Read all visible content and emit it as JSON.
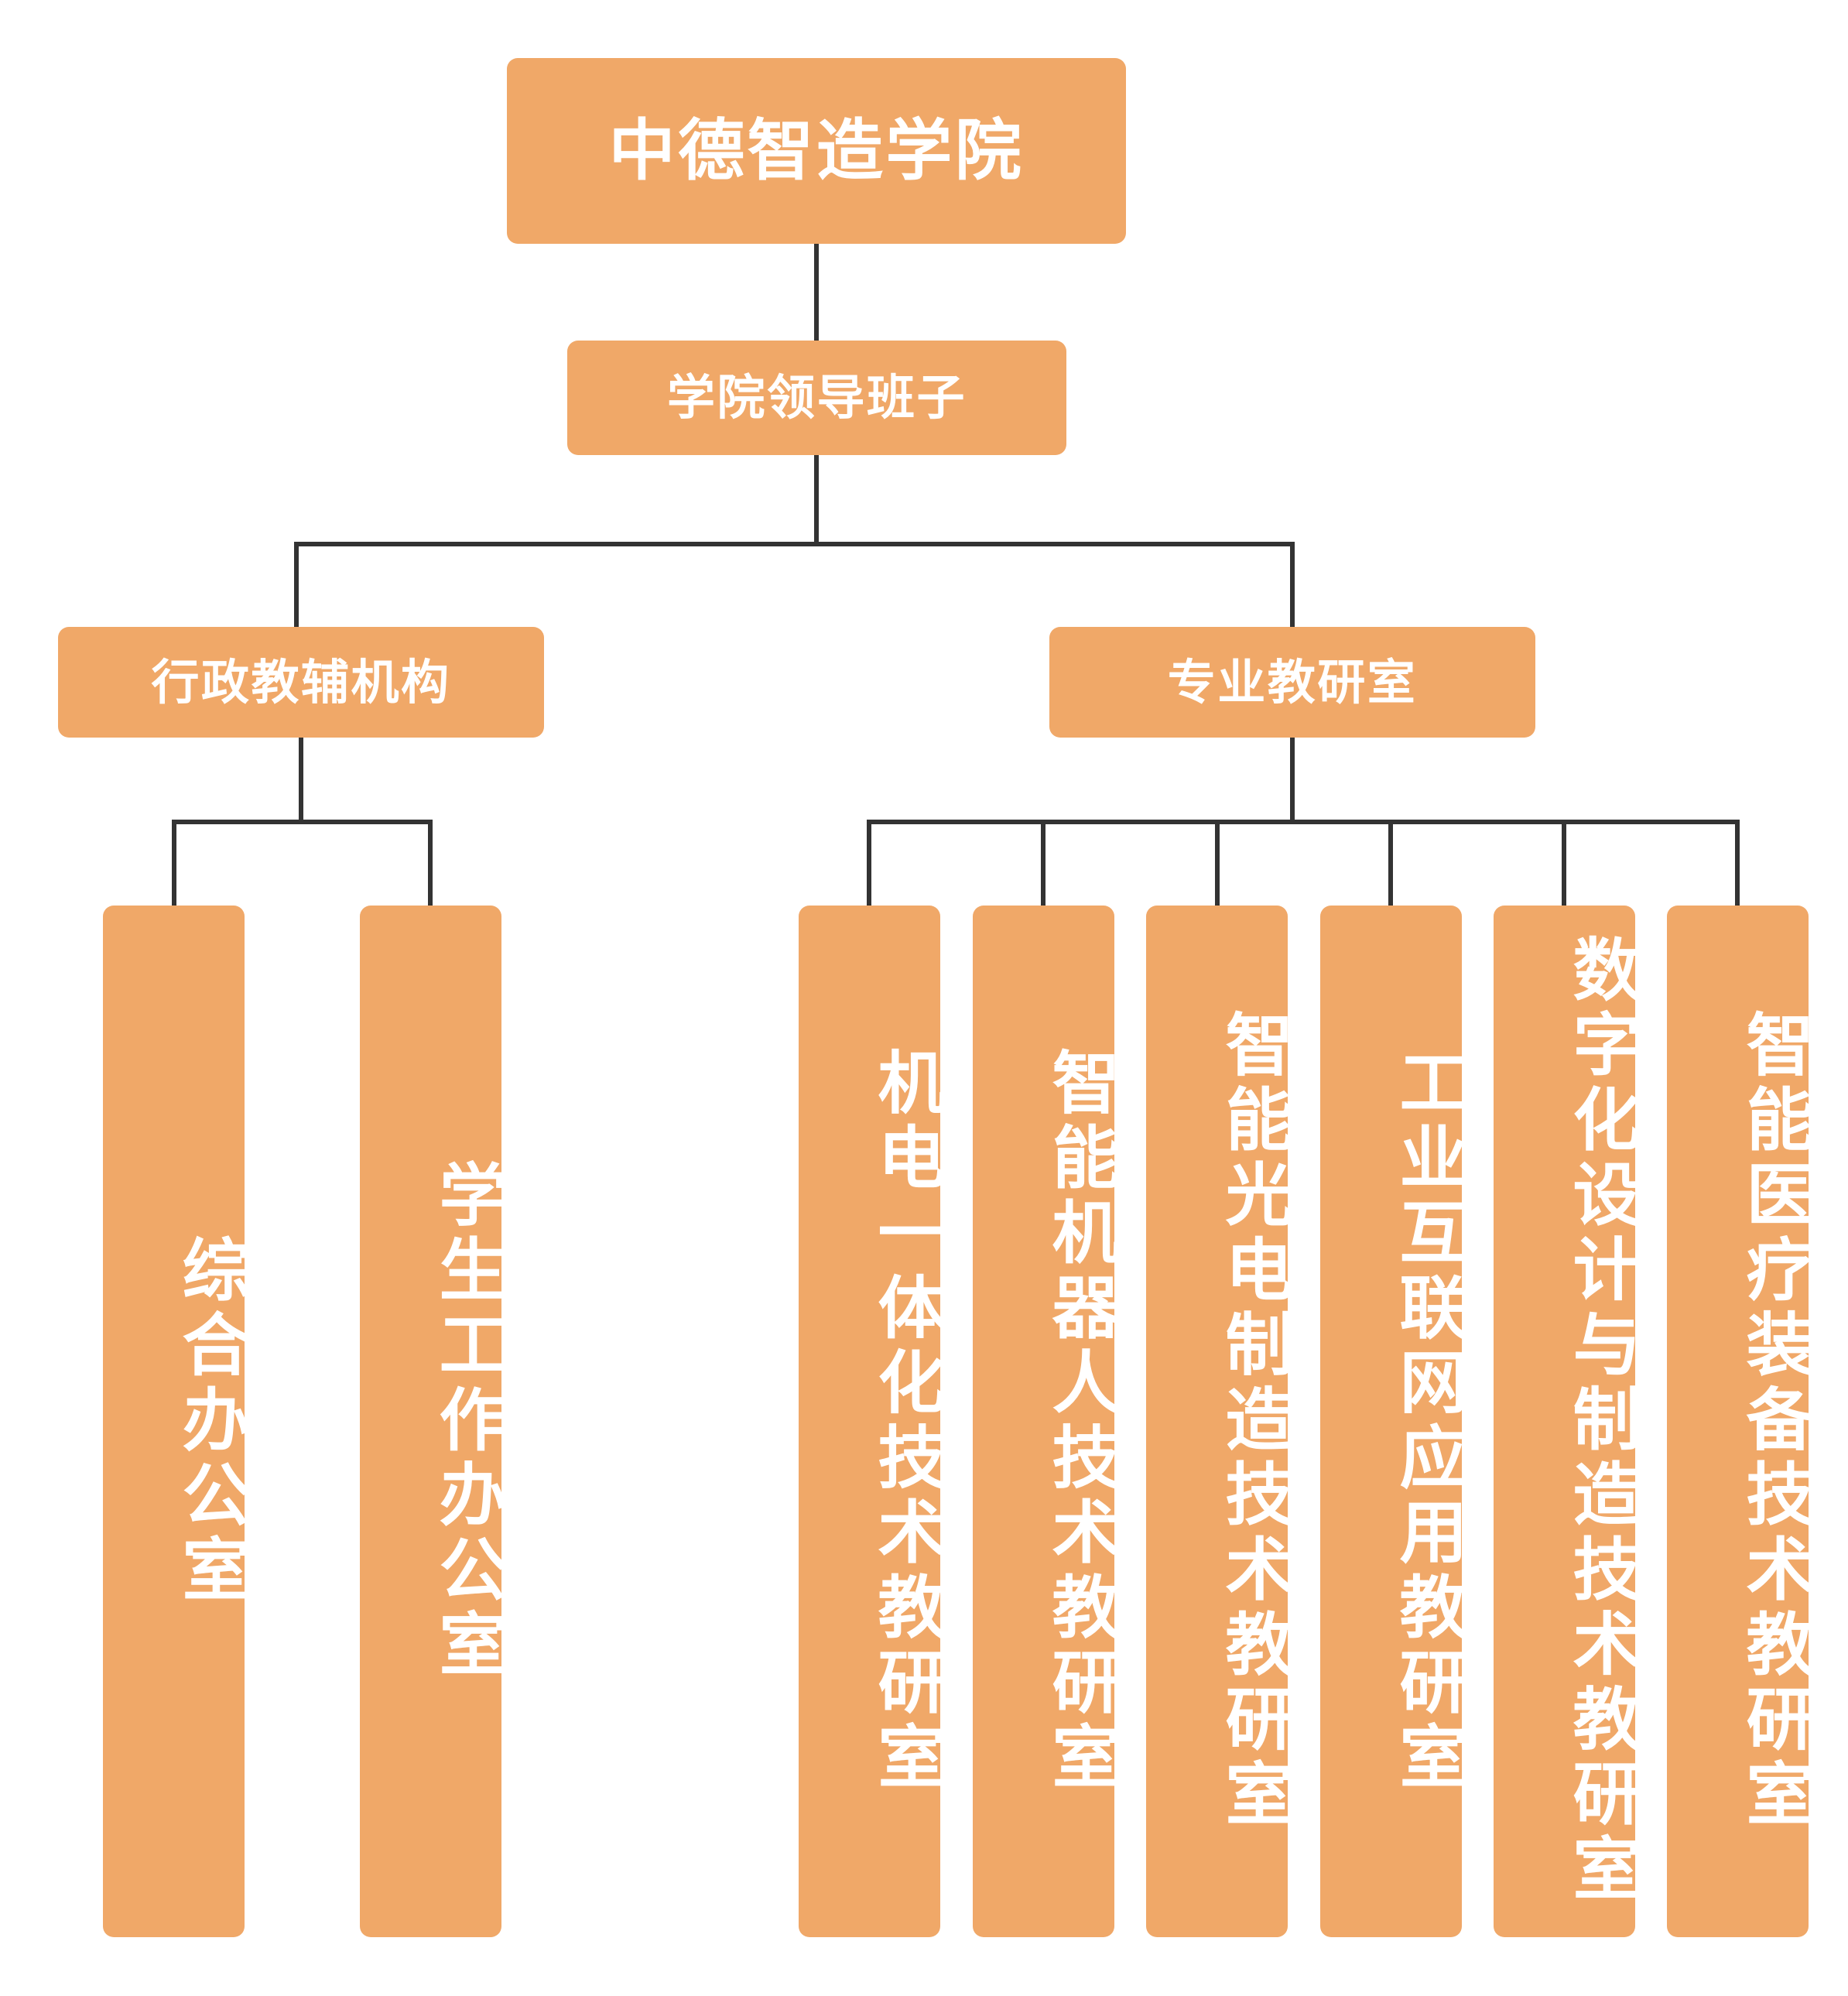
{
  "chart_data": {
    "type": "diagram",
    "subtype": "organization-chart",
    "title": "中德智造学院组织架构",
    "orientation": "top-down",
    "colors": {
      "node_fill": "#f0a868",
      "node_text": "#ffffff",
      "connector": "#333333",
      "background": "#ffffff"
    },
    "levels": 4,
    "nodes": [
      {
        "id": "root",
        "label": "中德智造学院",
        "level": 0,
        "parent": null,
        "text_orientation": "horizontal"
      },
      {
        "id": "leadership",
        "label": "学院领导班子",
        "level": 1,
        "parent": "root",
        "text_orientation": "horizontal"
      },
      {
        "id": "admin",
        "label": "行政教辅机构",
        "level": 2,
        "parent": "leadership",
        "text_orientation": "horizontal"
      },
      {
        "id": "teaching",
        "label": "专业教研室",
        "level": 2,
        "parent": "leadership",
        "text_orientation": "horizontal"
      },
      {
        "id": "admin-1",
        "label": "综合办公室",
        "level": 3,
        "parent": "admin",
        "text_orientation": "vertical"
      },
      {
        "id": "admin-2",
        "label": "学生工作办公室",
        "level": 3,
        "parent": "admin",
        "text_orientation": "vertical"
      },
      {
        "id": "teach-1",
        "label": "机电一体化技术教研室",
        "level": 3,
        "parent": "teaching",
        "text_orientation": "vertical"
      },
      {
        "id": "teach-2",
        "label": "智能机器人技术教研室",
        "level": 3,
        "parent": "teaching",
        "text_orientation": "vertical"
      },
      {
        "id": "teach-3",
        "label": "智能光电制造技术教研室",
        "level": 3,
        "parent": "teaching",
        "text_orientation": "vertical"
      },
      {
        "id": "teach-4",
        "label": "工业互联网应用教研室",
        "level": 3,
        "parent": "teaching",
        "text_orientation": "vertical"
      },
      {
        "id": "teach-5",
        "label": "数字化设计与制造技术教研室",
        "level": 3,
        "parent": "teaching",
        "text_orientation": "vertical"
      },
      {
        "id": "teach-6",
        "label": "智能医疗装备技术教研室",
        "level": 3,
        "parent": "teaching",
        "text_orientation": "vertical"
      }
    ]
  },
  "org": {
    "root": {
      "label": "中德智造学院"
    },
    "leadership": {
      "label": "学院领导班子"
    },
    "branches": [
      {
        "label": "行政教辅机构",
        "children": [
          {
            "label": "综合办公室"
          },
          {
            "label": "学生工作办公室"
          }
        ]
      },
      {
        "label": "专业教研室",
        "children": [
          {
            "label": "机电一体化技术教研室"
          },
          {
            "label": "智能机器人技术教研室"
          },
          {
            "label": "智能光电制造技术教研室"
          },
          {
            "label": "工业互联网应用教研室"
          },
          {
            "label": "数字化设计与制造技术教研室"
          },
          {
            "label": "智能医疗装备技术教研室"
          }
        ]
      }
    ]
  }
}
